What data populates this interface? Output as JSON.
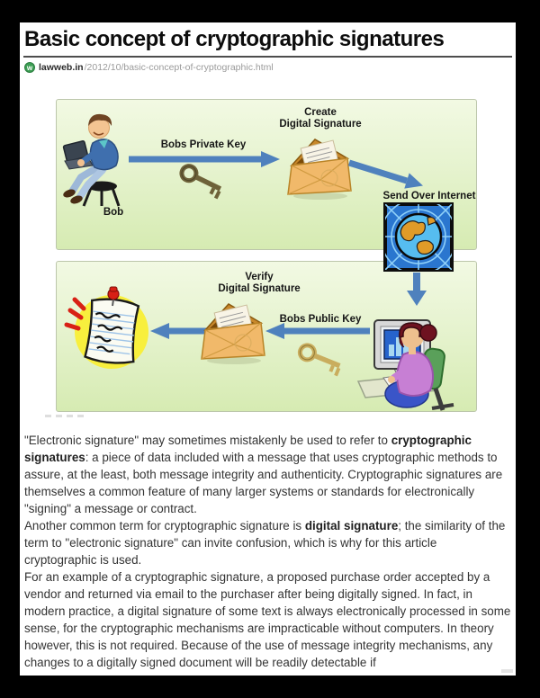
{
  "page": {
    "title": "Basic concept of cryptographic signatures"
  },
  "source": {
    "site": "lawweb.in",
    "path": "/2012/10/basic-concept-of-cryptographic.html",
    "favicon_letter": "w"
  },
  "diagram": {
    "bob_label": "Bob",
    "private_key_label": "Bobs Private Key",
    "create_line1": "Create",
    "create_line2": "Digital Signature",
    "send_label": "Send Over Internet",
    "verify_line1": "Verify",
    "verify_line2": "Digital Signature",
    "public_key_label": "Bobs Public Key",
    "colors": {
      "panel_green": "#d6ebb2",
      "arrow_blue": "#4f81bd",
      "envelope_orange": "#f1b96a",
      "globe_square_blue": "#2a76cf",
      "highlight_yellow": "#f8ef3d",
      "pushpin_red": "#d82015"
    }
  },
  "article": {
    "p1": {
      "s1": "\"Electronic signature\" may sometimes mistakenly be used to refer to ",
      "b1": "cryptographic signatures",
      "s2": ": a piece of data included with a message that uses cryptographic methods to assure, at the least, both message integrity and authenticity. Cryptographic signatures are themselves a common feature of many larger systems or standards for electronically \"signing\" a message or contract."
    },
    "p2": {
      "s1": "Another common term for cryptographic signature is ",
      "b1": "digital signature",
      "s2": "; the similarity of the term to \"electronic signature\" can invite confusion, which is why for this article cryptographic is used."
    },
    "p3": {
      "s1": "For an example of a cryptographic signature, a proposed purchase order accepted by a vendor and returned via email to the purchaser after being digitally signed. In fact, in modern practice, a digital signature of some text is always electronically processed in some sense, for the cryptographic mechanisms are impracticable without computers. In theory however, this is not required. Because of the use of message integrity mechanisms, any changes to a digitally signed document will be readily detectable if"
    }
  }
}
